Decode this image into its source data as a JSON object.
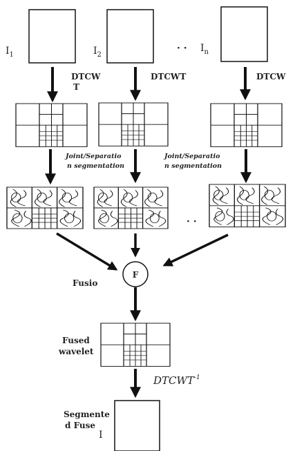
{
  "inputs": [
    {
      "label": "I",
      "sub": "1"
    },
    {
      "label": "I",
      "sub": "2"
    },
    {
      "label": "I",
      "sub": "n"
    }
  ],
  "ellipsis": "· ·",
  "transforms": {
    "t1": "DTCW",
    "t1_suffix": "T",
    "t2": "DTCWT",
    "t3": "DTCW"
  },
  "segmentation": {
    "left_line1": "Joint/Separatio",
    "left_line2": "n segmentation",
    "right_line1": "Joint/Separatio",
    "right_line2": "n segmentation"
  },
  "fusion": {
    "node": "F",
    "label": "Fusio"
  },
  "fused": {
    "line1": "Fused",
    "line2": "wavelet"
  },
  "inverse": {
    "label": "DTCWT",
    "sup": "-1"
  },
  "output": {
    "line1": "Segmente",
    "line2": "d Fuse",
    "letter": "I"
  }
}
